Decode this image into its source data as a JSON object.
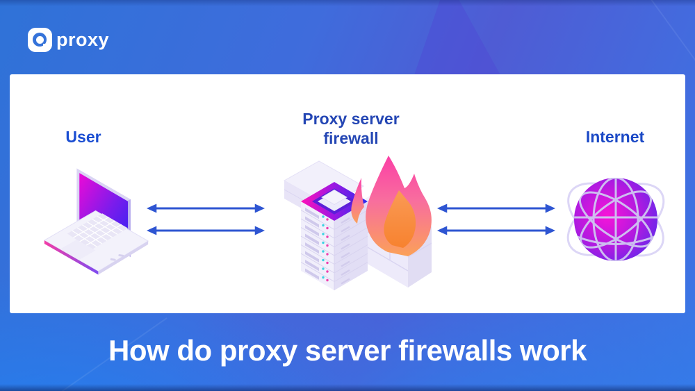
{
  "logo": {
    "brand_text": "proxy",
    "icon": "9proxy-logo-icon"
  },
  "card": {
    "nodes": [
      {
        "id": "user",
        "label": "User",
        "icon": "laptop-icon"
      },
      {
        "id": "proxy_server_firewall",
        "label": "Proxy server firewall",
        "icon": "server-firewall-icon"
      },
      {
        "id": "internet",
        "label": "Internet",
        "icon": "globe-icon"
      }
    ],
    "connections": [
      {
        "from": "User",
        "to": "Proxy server firewall",
        "style": "double-bidirectional-arrow"
      },
      {
        "from": "Proxy server firewall",
        "to": "Internet",
        "style": "double-bidirectional-arrow"
      }
    ]
  },
  "title": "How do proxy server firewalls work",
  "colors": {
    "background_blue": "#3a74dc",
    "background_purple": "#4f5cd4",
    "background_bright_blue": "#2b80ec",
    "card_background": "#ffffff",
    "label_text": "#1b4ed2",
    "title_text": "#ffffff",
    "arrow": "#2e55d2",
    "laptop_screen_gradient": [
      "#ec0ad6",
      "#2f24f4"
    ],
    "server_ring_gradient": [
      "#ff12b8",
      "#2c2cf0"
    ],
    "flame_pink": "#fb3fa6",
    "flame_orange": "#fba158",
    "globe_gradient": [
      "#f714d8",
      "#4430f0"
    ]
  }
}
